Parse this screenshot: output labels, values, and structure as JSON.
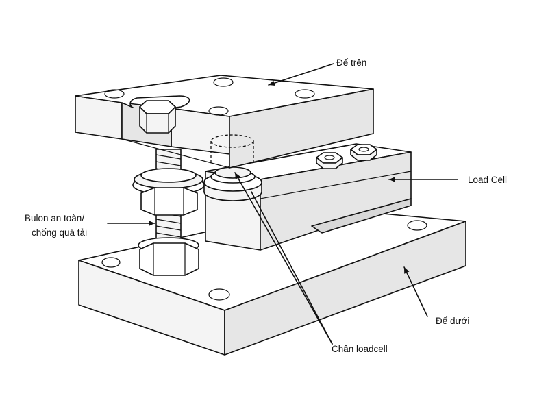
{
  "labels": {
    "top_plate": "Đế trên",
    "load_cell": "Load Cell",
    "safety_bolt_line1": "Bulon an toàn/",
    "safety_bolt_line2": "chống quá tải",
    "bottom_plate": "Đế dưới",
    "load_cell_foot": "Chân loadcell"
  }
}
